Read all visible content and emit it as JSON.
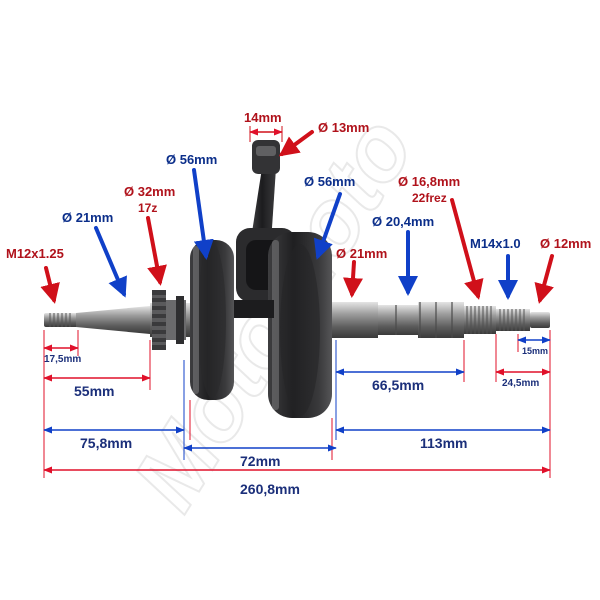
{
  "labels": {
    "m12": "M12x1.25",
    "d21_left": "Ø 21mm",
    "d32": "Ø 32mm",
    "teeth": "17z",
    "d56_left": "Ø 56mm",
    "w14": "14mm",
    "d13": "Ø 13mm",
    "d56_right": "Ø 56mm",
    "d16_8": "Ø 16,8mm",
    "splines": "22frez",
    "d20_4": "Ø 20,4mm",
    "d21_right": "Ø 21mm",
    "m14": "M14x1.0",
    "d12": "Ø 12mm"
  },
  "dimensions": {
    "l17_5": "17,5mm",
    "l55": "55mm",
    "l75_8": "75,8mm",
    "l72": "72mm",
    "l113": "113mm",
    "l260_8": "260,8mm",
    "l66_5": "66,5mm",
    "l24_5": "24,5mm",
    "l15": "15mm"
  },
  "watermark": "MotoMoto",
  "colors": {
    "blue_arrow": "#1040c8",
    "red_arrow": "#d0101a",
    "blue_text": "#0b2e8a",
    "red_text": "#b0121b",
    "dimension_text": "#1b2f7a",
    "metal_dark": "#2b2b2e"
  }
}
